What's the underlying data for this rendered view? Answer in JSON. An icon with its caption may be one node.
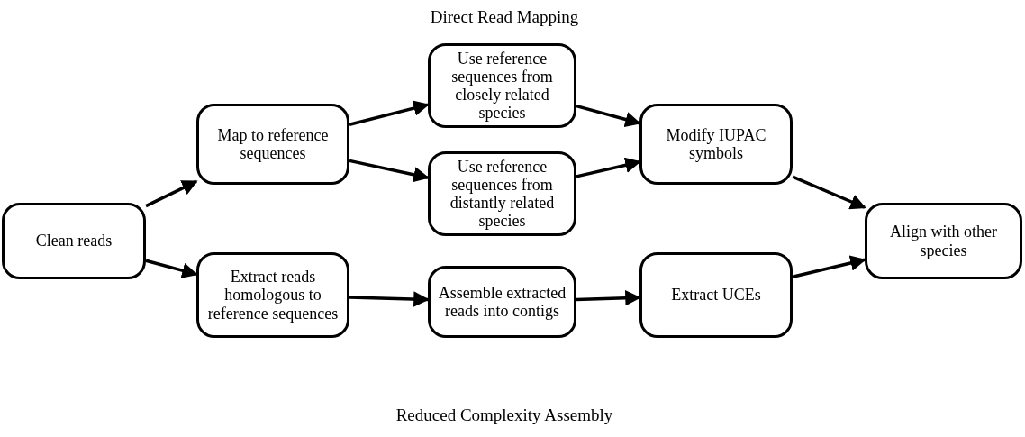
{
  "diagram": {
    "nodes": [
      {
        "text": [
          "Clean reads"
        ]
      },
      {
        "text": [
          "Map to reference sequences"
        ]
      },
      {
        "text": [
          "Extract reads homologous to reference sequences"
        ]
      },
      {
        "text": [
          "Use reference sequences from closely related species"
        ]
      },
      {
        "text": [
          "Use reference sequences from distantly related species"
        ]
      },
      {
        "text": [
          "Assemble extracted reads into contigs"
        ]
      },
      {
        "text": [
          "Modify IUPAC symbols"
        ]
      },
      {
        "text": [
          "Extract UCEs"
        ]
      },
      {
        "text": [
          "Align with other species"
        ]
      }
    ],
    "edges": [
      {
        "from": 0,
        "to": 1,
        "arrow": "to"
      },
      {
        "from": 0,
        "to": 2,
        "arrow": "to"
      },
      {
        "from": 1,
        "to": 3,
        "arrow": "to"
      },
      {
        "from": 1,
        "to": 4,
        "arrow": "to"
      },
      {
        "from": 2,
        "to": 5,
        "arrow": "to"
      },
      {
        "from": 3,
        "to": 6,
        "arrow": "to"
      },
      {
        "from": 4,
        "to": 6,
        "arrow": "to"
      },
      {
        "from": 5,
        "to": 7,
        "arrow": "to"
      },
      {
        "from": 6,
        "to": 8,
        "arrow": "to"
      },
      {
        "from": 7,
        "to": 8,
        "arrow": "to"
      }
    ],
    "labels": [
      "Direct Read Mapping",
      "Reduced Complexity Assembly"
    ]
  }
}
